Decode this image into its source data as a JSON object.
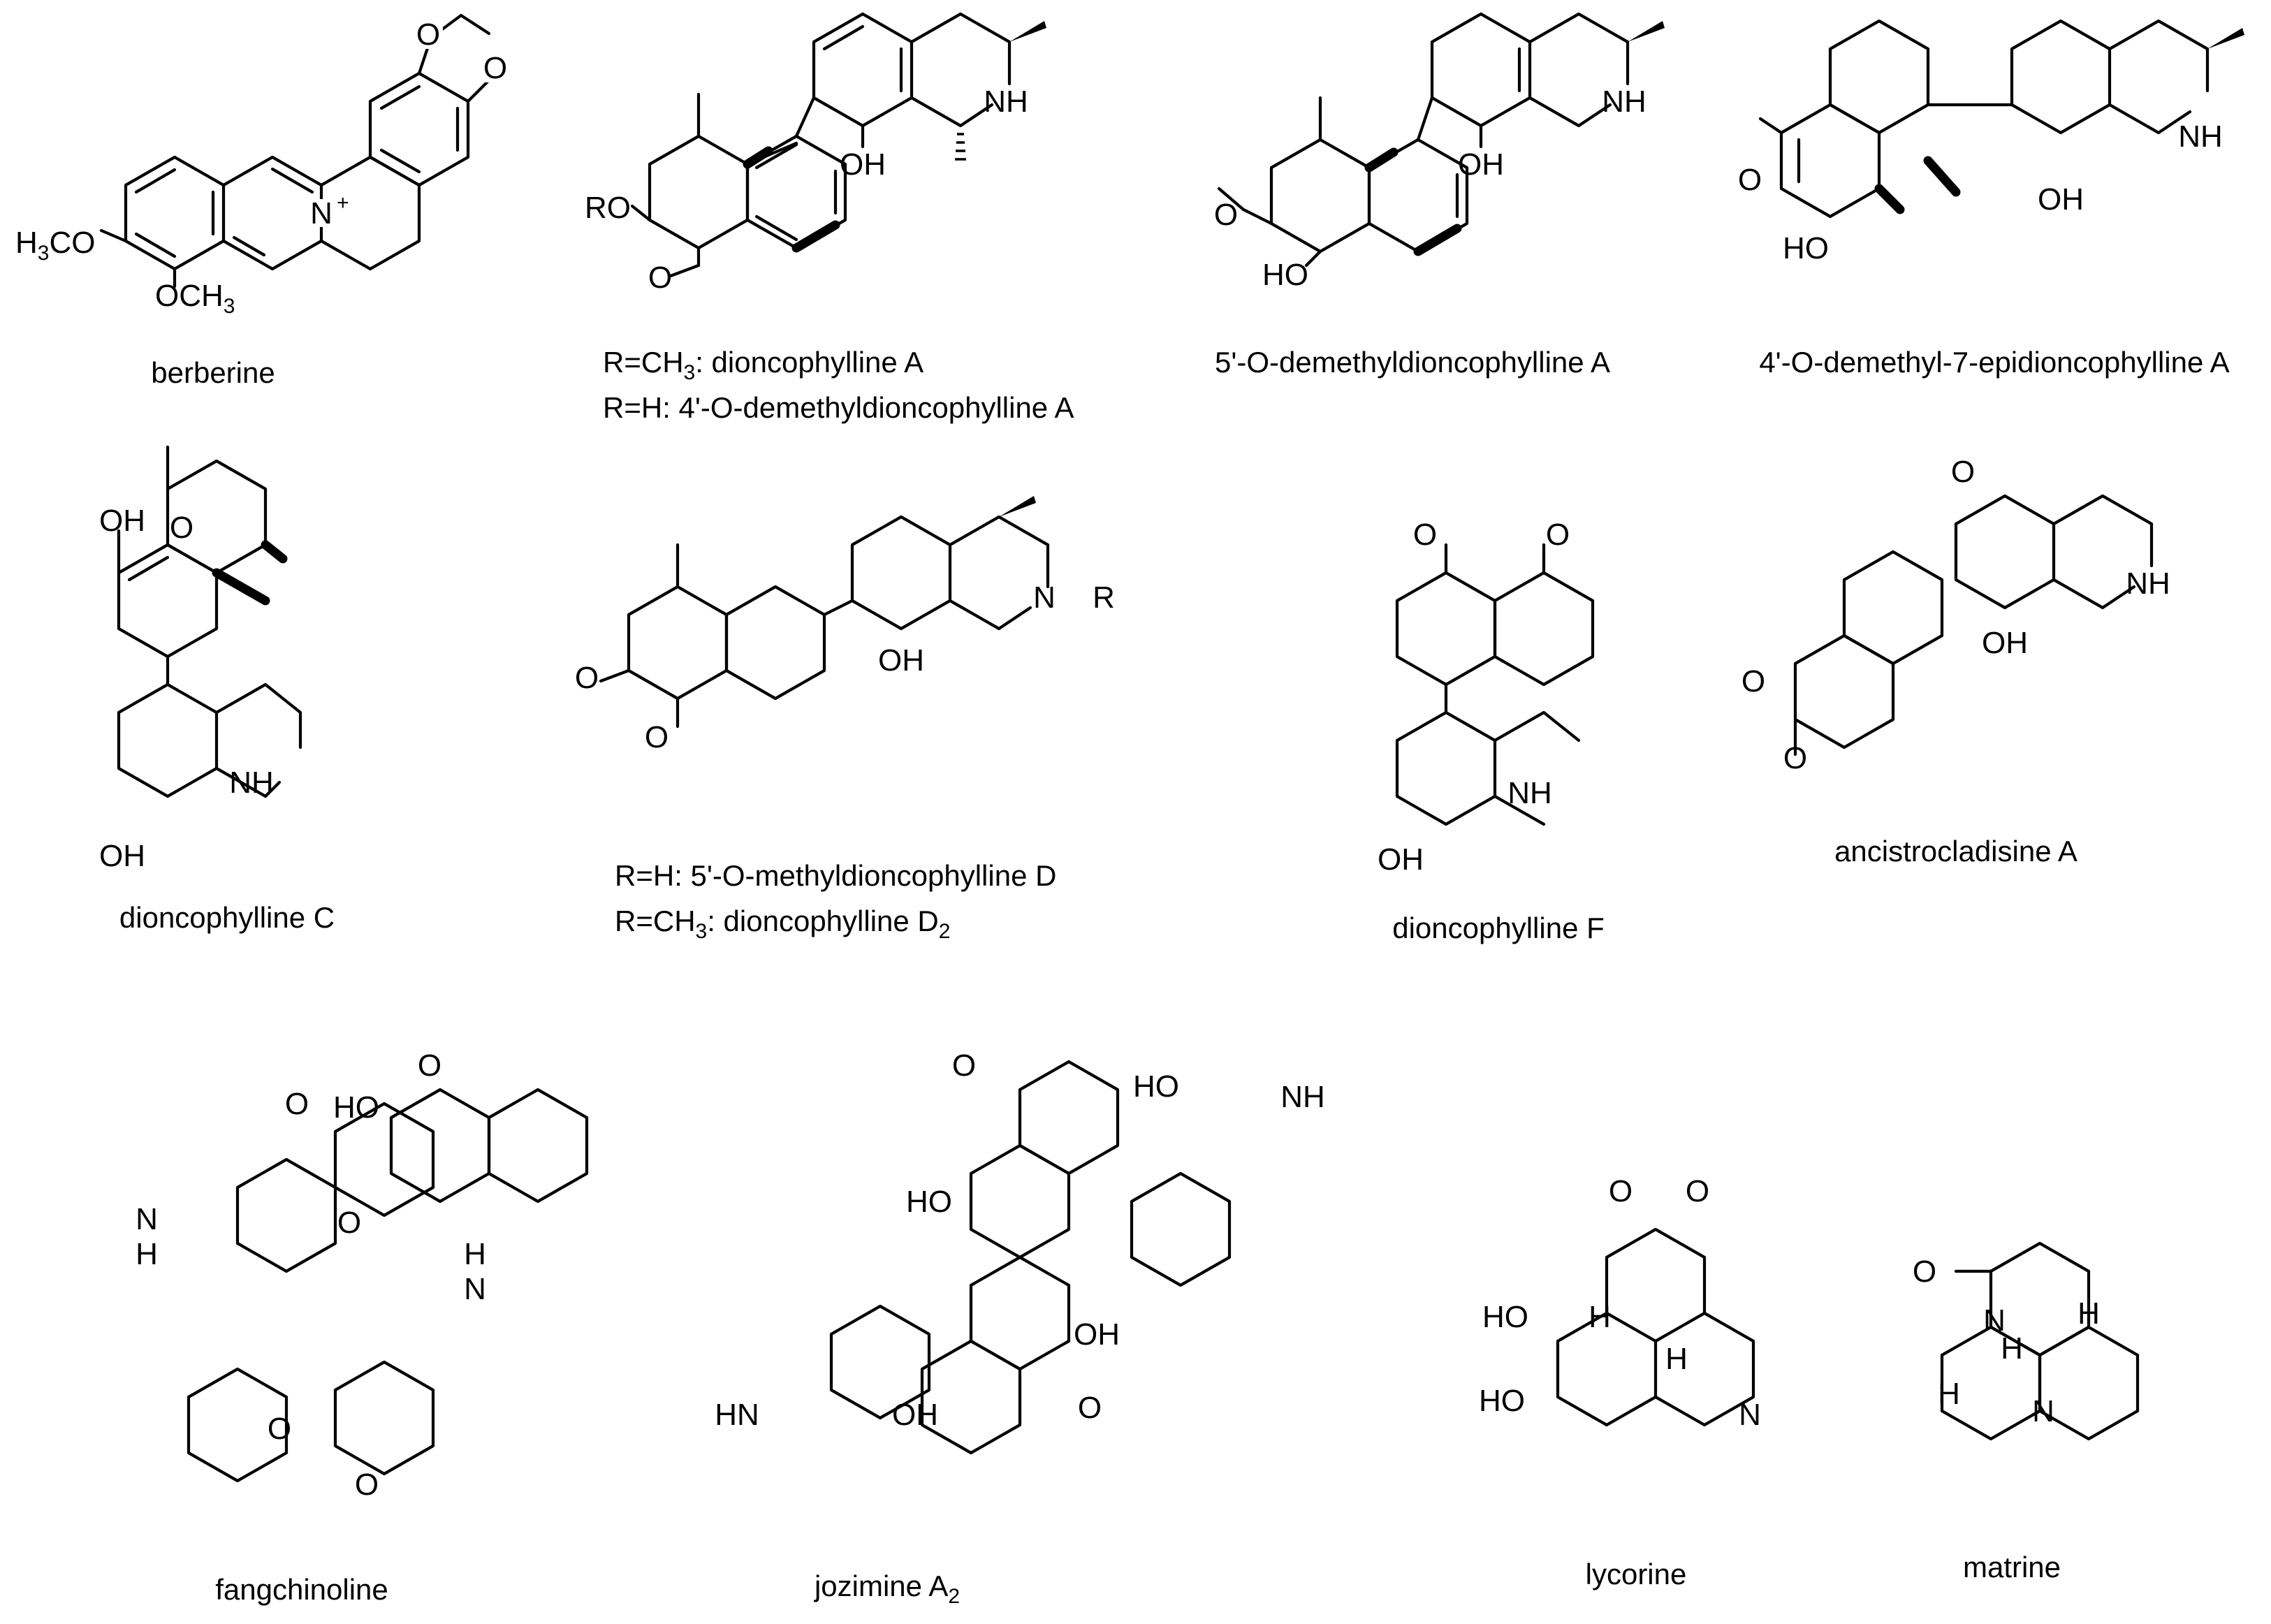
{
  "figure": {
    "compounds": [
      {
        "id": "berberine",
        "lines": [
          {
            "text": "berberine"
          }
        ]
      },
      {
        "id": "dioncophylline-a",
        "lines": [
          {
            "pre": "R=CH",
            "sub": "3",
            "post": ": dioncophylline A"
          },
          {
            "text": "R=H: 4'-O-demethyldioncophylline A"
          }
        ]
      },
      {
        "id": "demethyl-5",
        "lines": [
          {
            "text": "5'-O-demethyldioncophylline A"
          }
        ]
      },
      {
        "id": "demethyl-epi",
        "lines": [
          {
            "text": "4'-O-demethyl-7-epidioncophylline A"
          }
        ]
      },
      {
        "id": "dioncophylline-c",
        "lines": [
          {
            "text": "dioncophylline C"
          }
        ]
      },
      {
        "id": "dioncophylline-d",
        "lines": [
          {
            "text": "R=H: 5'-O-methyldioncophylline D"
          },
          {
            "pre": "R=CH",
            "sub": "3",
            "post": ": dioncophylline D",
            "sub2": "2"
          }
        ]
      },
      {
        "id": "dioncophylline-f",
        "lines": [
          {
            "text": "dioncophylline F"
          }
        ]
      },
      {
        "id": "ancistrocladisine-a",
        "lines": [
          {
            "text": "ancistrocladisine A"
          }
        ]
      },
      {
        "id": "fangchinoline",
        "lines": [
          {
            "text": "fangchinoline"
          }
        ]
      },
      {
        "id": "jozimine-a2",
        "lines": [
          {
            "pre": "jozimine A",
            "sub": "2"
          }
        ]
      },
      {
        "id": "lycorine",
        "lines": [
          {
            "text": "lycorine"
          }
        ]
      },
      {
        "id": "matrine",
        "lines": [
          {
            "text": "matrine"
          }
        ]
      }
    ],
    "atoms": {
      "oh": "OH",
      "ho": "HO",
      "nh": "NH",
      "hn": "HN",
      "n": "N",
      "o": "O",
      "h": "H",
      "ro": "RO",
      "r": "R",
      "h3co_pre": "H",
      "h3co_sub": "3",
      "h3co_post": "CO",
      "och3_pre": "OCH",
      "och3_sub": "3",
      "plus": "+"
    }
  }
}
